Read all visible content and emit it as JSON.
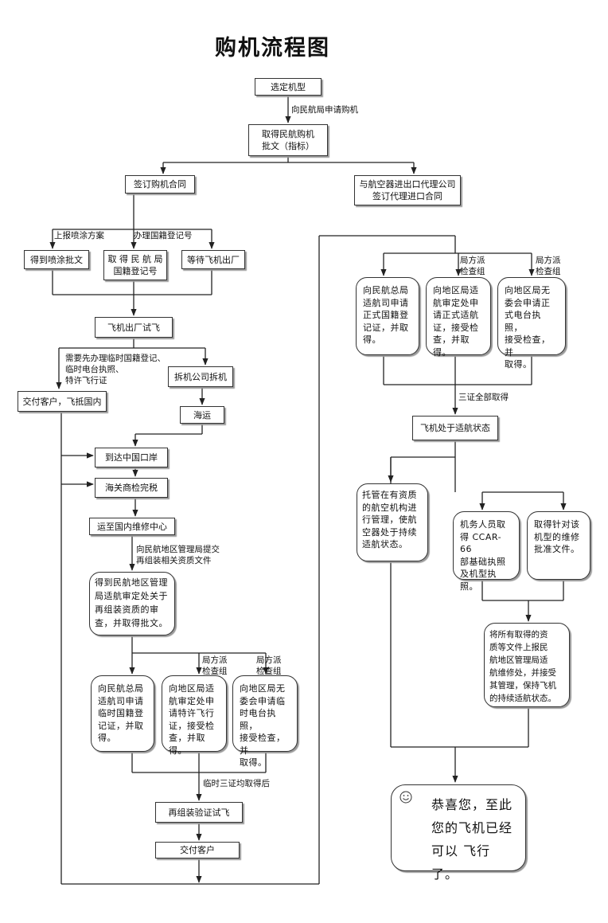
{
  "title": "购机流程图",
  "nodes": {
    "select_model": "选定机型",
    "caac_approval": "取得民航购机\n批文（指标）",
    "sign_contract": "签订购机合同",
    "agent_contract": "与航空器进出口代理公司\n签订代理进口合同",
    "paint_approval": "得到喷涂批文",
    "reg_number": "取 得 民 航 局\n国籍登记号",
    "await_factory": "等待飞机出厂",
    "factory_test": "飞机出厂试飞",
    "deliver_abroad": "交付客户，飞抵国内",
    "disassemble": "拆机公司拆机",
    "sea_transport": "海运",
    "arrive_port": "到达中国口岸",
    "customs": "海关商检完税",
    "to_maintenance": "运至国内维修中心",
    "regional_approval": "得到民航地区管理\n局适航审定处关于\n再组装资质的审\n查，并取得批文。",
    "temp_reg": "向民航总局\n适航司申请\n临时国籍登\n记证，并取\n得。",
    "special_permit": "向地区局适\n航审定处申\n请特许飞行\n证，接受检\n查，并取得。",
    "temp_radio": "向地区局无\n委会申请临\n时电台执照，\n接受检查，并\n取得。",
    "reassembly_test": "再组装验证试飞",
    "deliver_customer": "交付客户",
    "formal_reg": "向民航总局\n适航司申请\n正式国籍登\n记证，并取\n得。",
    "formal_airworthy": "向地区局适\n航审定处申\n请正式适航\n证，接受检\n查，并取得。",
    "formal_radio": "向地区局无\n委会申请正\n式电台执照，\n接受检查，并\n取得。",
    "airworthy_state": "飞机处于适航状态",
    "trust_org": "托管在有资质\n的航空机构进\n行管理，使航\n空器处于持续\n适航状态。",
    "staff_license": "机务人员取\n得 CCAR-66\n部基础执照\n及机型执照。",
    "manuals": "取得针对该\n机型的维修\n批准文件。",
    "submit_docs": "将所有取得的资\n质等文件上报民\n航地区管理局适\n航维修处，并接受\n其管理，保持飞机\n的持续适航状态。",
    "congrats": "恭喜您，至此\n您的飞机已经可以\n飞行了。"
  },
  "labels": {
    "apply_caac": "向民航局申请购机",
    "report_paint": "上报喷涂方案",
    "apply_reg": "办理国籍登记号",
    "need_temp": "需要先办理临时国籍登记、\n临时电台执照、\n特许飞行证",
    "apply_regional": "向民航地区管理局提交\n再组装相关资质文件",
    "inspect_1": "局方派\n检查组",
    "inspect_2": "局方派\n检查组",
    "temp_done": "临时三证均取得后",
    "inspect_3": "局方派\n检查组",
    "inspect_4": "局方派\n检查组",
    "three_done": "三证全部取得"
  },
  "colors": {
    "line": "#222222",
    "border": "#333333",
    "shadow": "#999999"
  }
}
